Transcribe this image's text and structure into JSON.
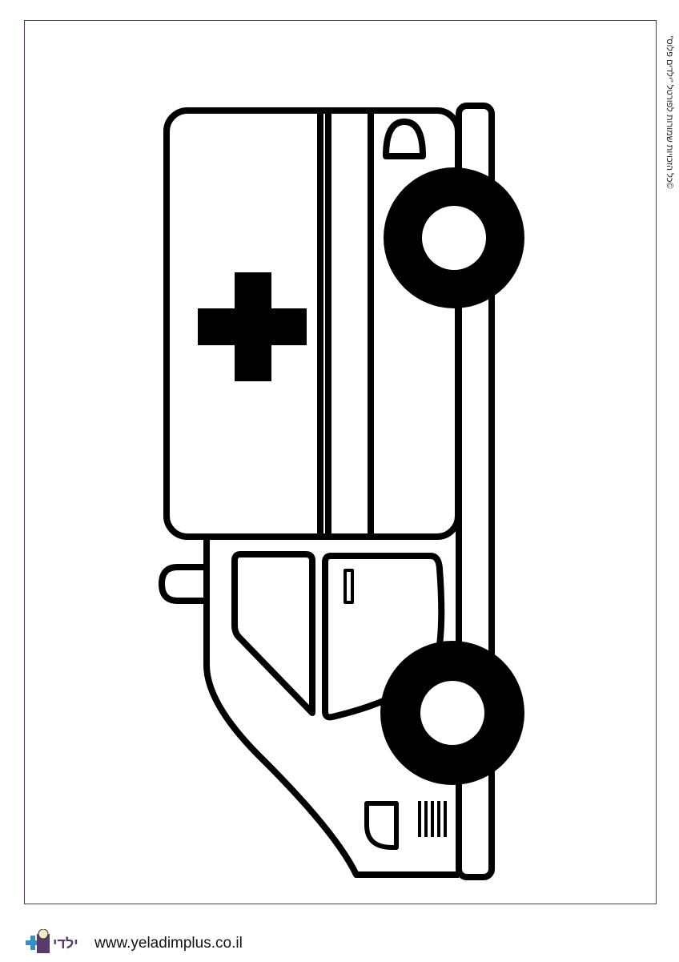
{
  "copyright": "©כל הזכויות שמורות לפורטל \"ילדים פלוס\"",
  "footer": {
    "logo_text": "ילדים+",
    "url": "www.yeladimplus.co.il"
  },
  "colors": {
    "frame": "#4a3a55",
    "ink": "#000000"
  }
}
